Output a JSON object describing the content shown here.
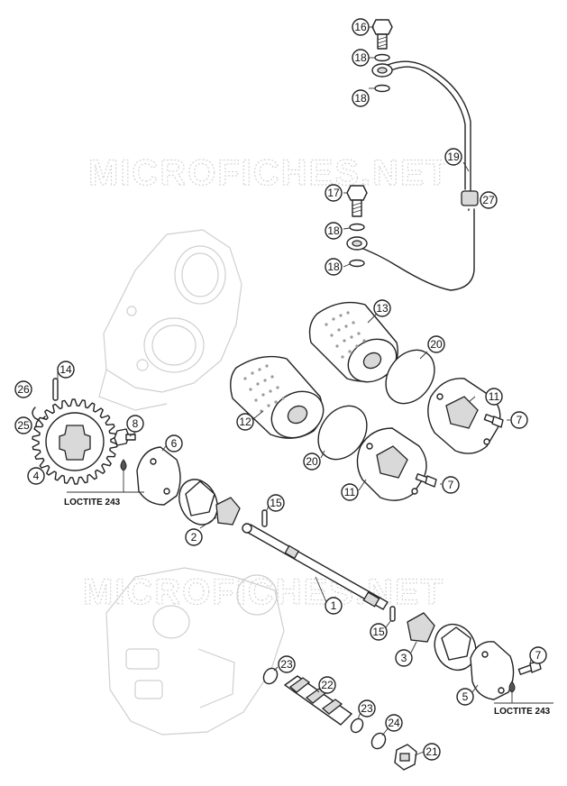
{
  "watermark": {
    "text": "MICROFICHES.NET"
  },
  "notes": {
    "loctite_left": "LOCTITE 243",
    "loctite_right": "LOCTITE 243"
  },
  "callouts": [
    "16",
    "18",
    "18",
    "19",
    "27",
    "17",
    "18",
    "18",
    "13",
    "20",
    "11",
    "7",
    "12",
    "20",
    "11",
    "7",
    "14",
    "26",
    "25",
    "4",
    "8",
    "6",
    "2",
    "15",
    "1",
    "15",
    "3",
    "7",
    "5",
    "23",
    "22",
    "23",
    "24",
    "21"
  ]
}
